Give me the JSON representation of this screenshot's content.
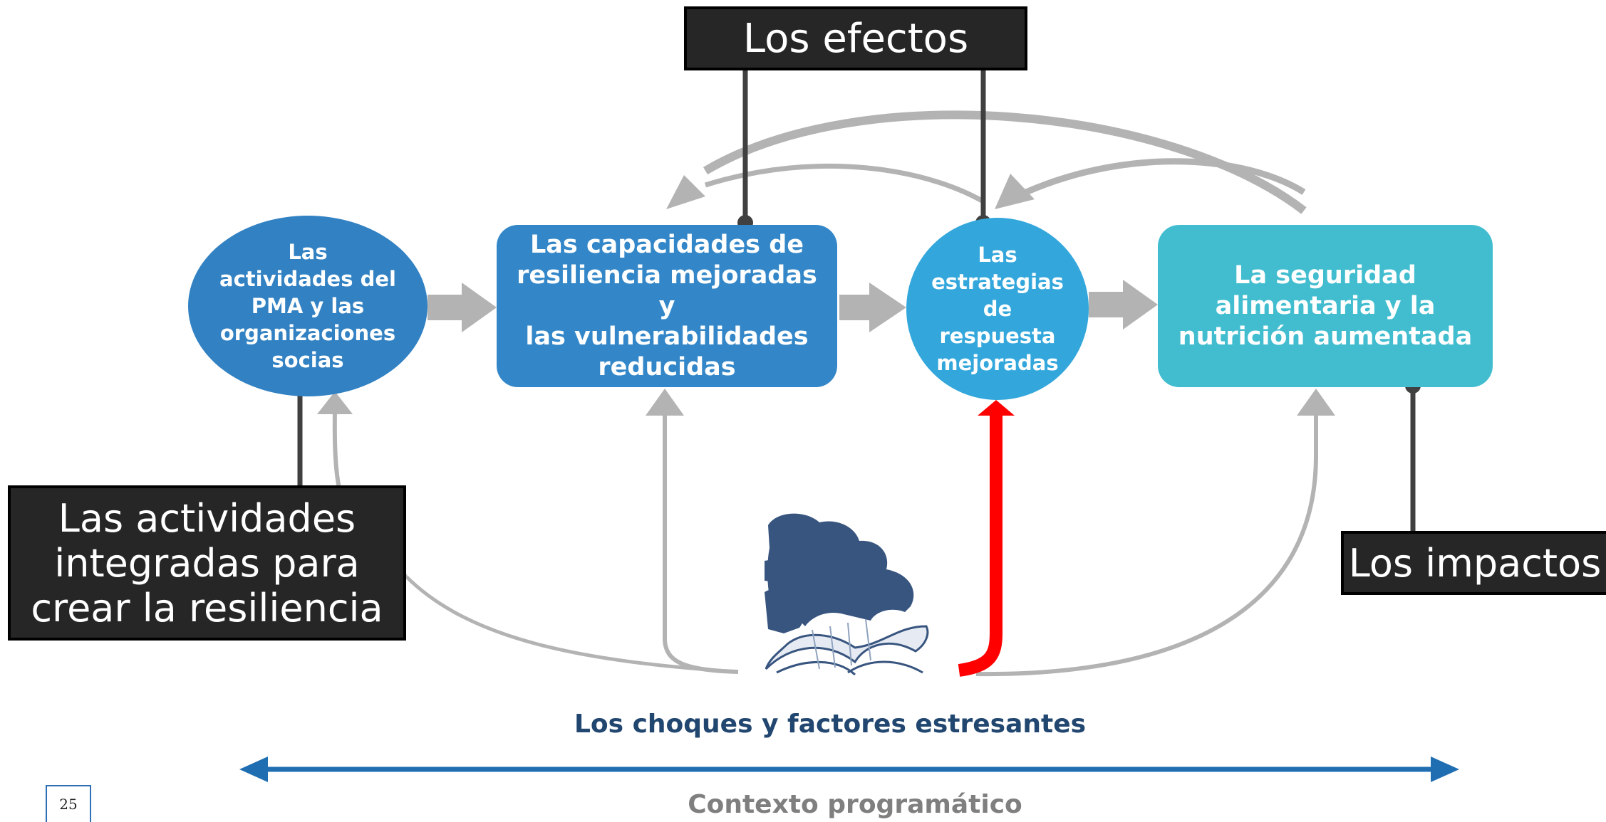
{
  "nodes": {
    "activities_partners": [
      "Las",
      "actividades del",
      "PMA y las",
      "organizaciones",
      "socias"
    ],
    "capacities": [
      "Las capacidades de",
      "resiliencia mejoradas y",
      "las vulnerabilidades",
      "reducidas"
    ],
    "strategies": [
      "Las",
      "estrategias",
      "de",
      "respuesta",
      "mejoradas"
    ],
    "food_security": [
      "La seguridad",
      "alimentaria y la",
      "nutrición aumentada"
    ]
  },
  "labels": {
    "effects": "Los efectos",
    "integrated_activities": [
      "Las actividades",
      "integradas para",
      "crear la resiliencia"
    ],
    "impacts": "Los impactos"
  },
  "shocks_label": "Los choques y factores estresantes",
  "context_label": "Contexto programático",
  "page_number": "25",
  "colors": {
    "node_dark_blue": "#3181c3",
    "node_blue": "#3387c8",
    "node_sky": "#33a7dc",
    "node_teal": "#41bdcf",
    "label_bg": "#262626",
    "arrow_gray": "#b3b3b3",
    "shock_arrow_red": "#ff0000",
    "timeline_blue": "#1f6eb2",
    "shocks_text": "#21466f",
    "context_text": "#7f7f7f"
  },
  "icons": {
    "shock_illustration": "storm-wave-icon"
  }
}
